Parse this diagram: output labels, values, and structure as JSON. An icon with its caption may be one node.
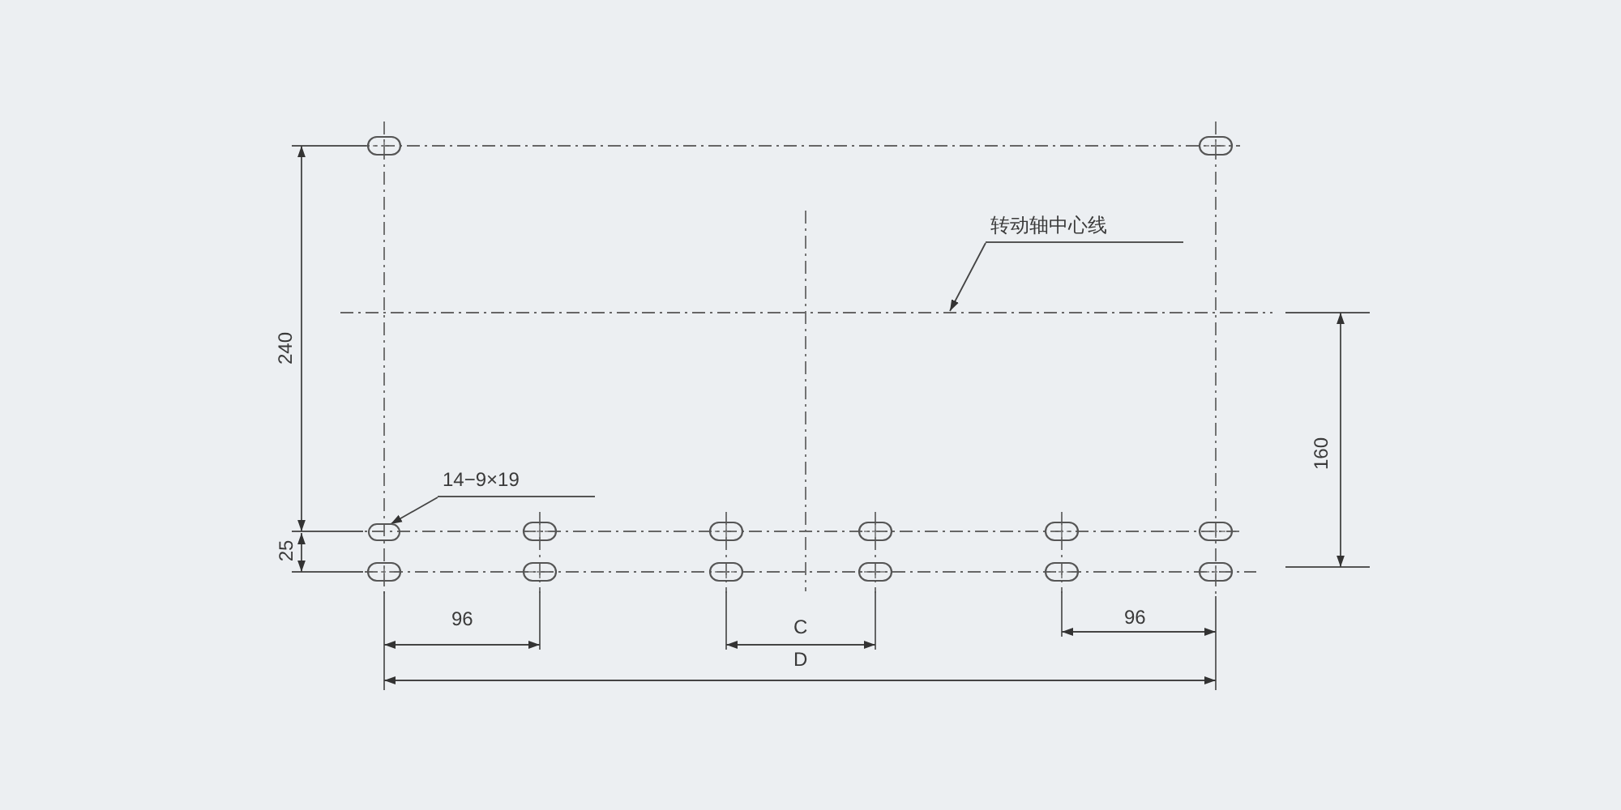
{
  "diagram": {
    "nodes": [
      {
        "text": [
          "转动轴中心线"
        ]
      },
      {
        "text": [
          "14−9×19"
        ]
      },
      {
        "text": [],
        "shape": "slot"
      }
    ],
    "edges": [
      {
        "from": 0,
        "to": null,
        "arrow": "to"
      },
      {
        "from": 1,
        "to": 2,
        "arrow": "to"
      }
    ],
    "labels": [
      "240",
      "160",
      "25",
      "96",
      "C",
      "96",
      "D"
    ]
  }
}
